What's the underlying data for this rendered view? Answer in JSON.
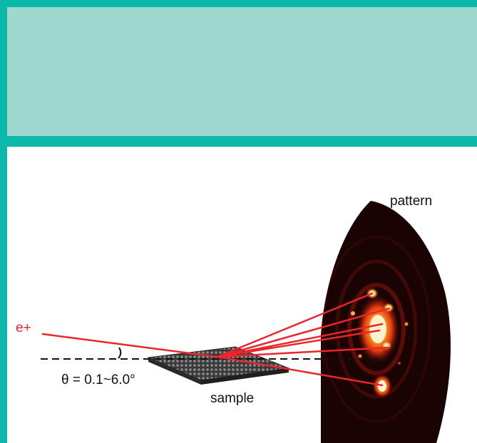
{
  "labels": {
    "beam": "e+",
    "angle": "θ = 0.1~6.0°",
    "sample": "sample",
    "pattern": "pattern"
  },
  "colors": {
    "frame": "#0cb8a9",
    "header_panel": "#9fd8cf",
    "beam": "#e8262b",
    "label": "#111111",
    "screen": "#1a0303"
  }
}
